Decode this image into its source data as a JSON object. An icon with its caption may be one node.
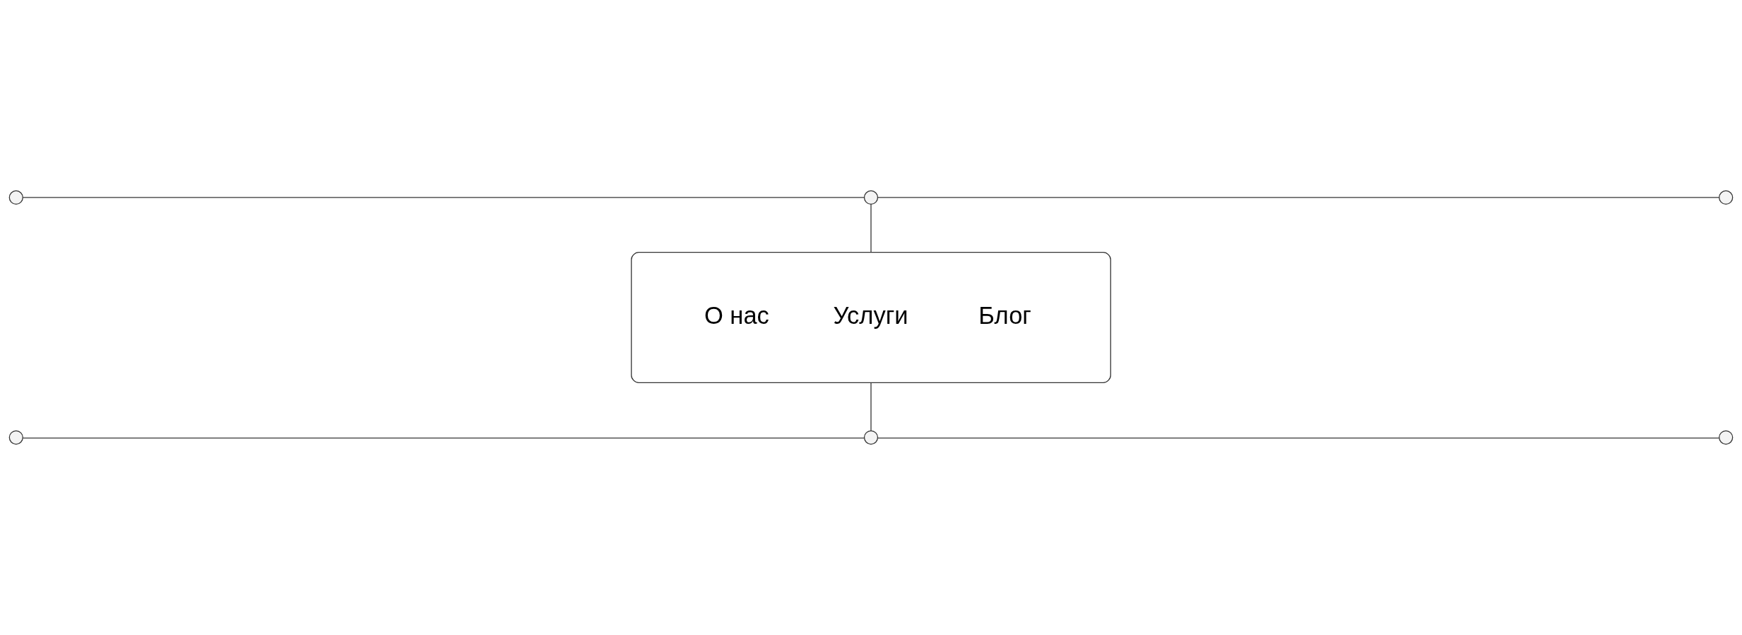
{
  "diagram": {
    "nodes": [
      {
        "text": [],
        "shape": "circle"
      },
      {
        "text": [],
        "shape": "circle"
      },
      {
        "text": [],
        "shape": "circle"
      },
      {
        "text": [
          "О нас",
          "Услуги",
          "Блог"
        ]
      },
      {
        "text": [],
        "shape": "circle"
      },
      {
        "text": [],
        "shape": "circle"
      },
      {
        "text": [],
        "shape": "circle"
      }
    ],
    "edges": [
      {
        "from": 0,
        "to": 1,
        "arrow": "none"
      },
      {
        "from": 1,
        "to": 2,
        "arrow": "none"
      },
      {
        "from": 1,
        "to": 3,
        "arrow": "none"
      },
      {
        "from": 3,
        "to": 5,
        "arrow": "none"
      },
      {
        "from": 4,
        "to": 5,
        "arrow": "none"
      },
      {
        "from": 5,
        "to": 6,
        "arrow": "none"
      }
    ]
  }
}
